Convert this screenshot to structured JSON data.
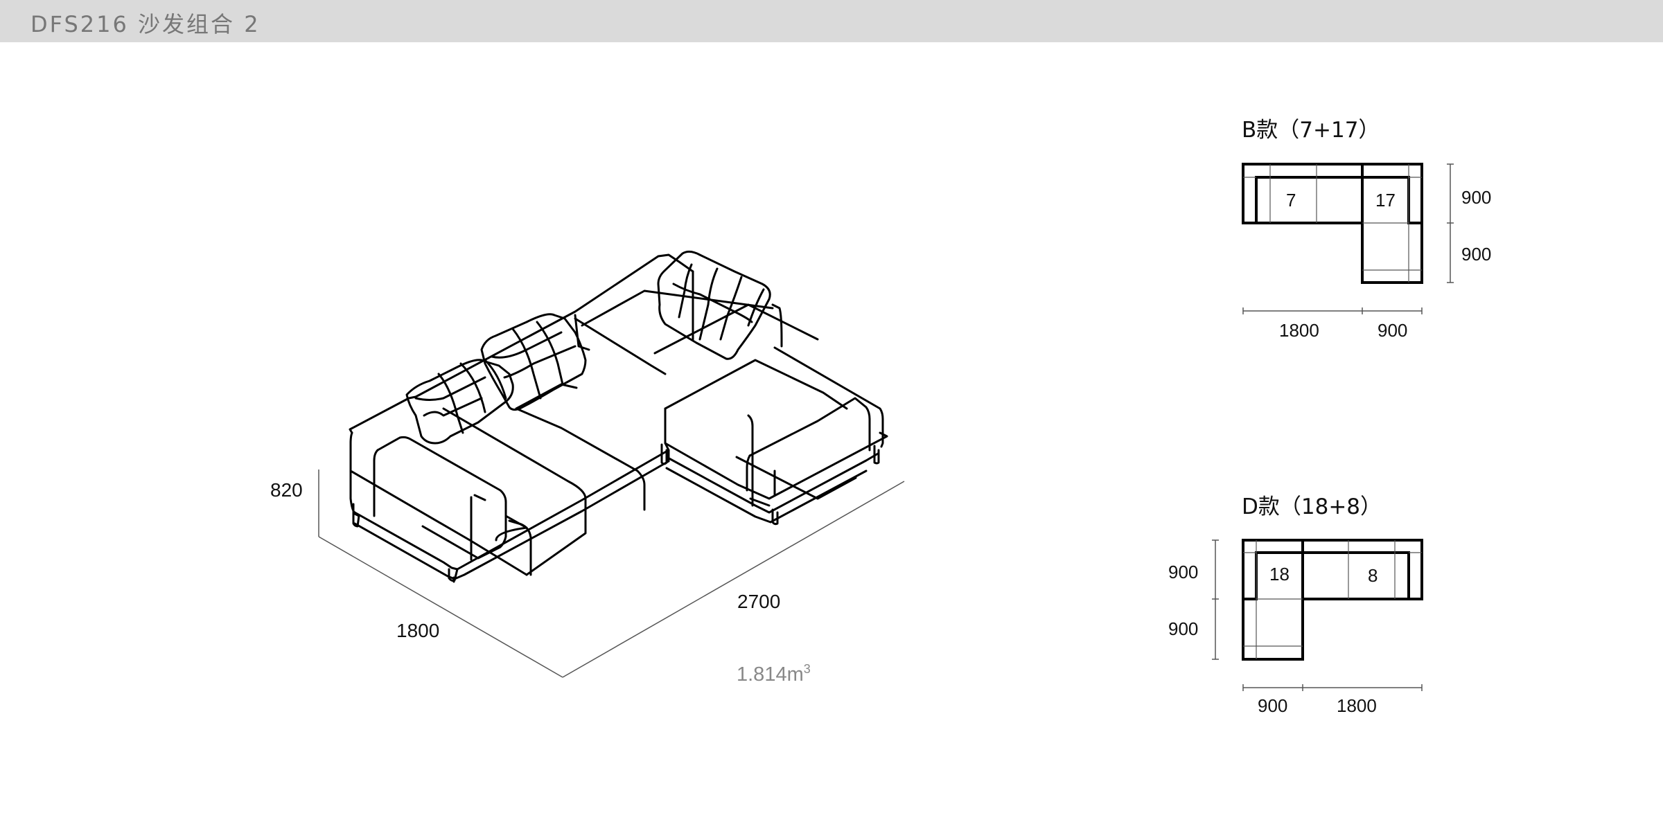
{
  "header": {
    "title": "DFS216 沙发组合 2",
    "background": "#dadada",
    "text_color": "#777777"
  },
  "main_drawing": {
    "description": "Isometric line drawing of L-shaped sectional sofa with chaise, three tufted back cushions",
    "dimensions": {
      "height": "820",
      "depth": "1800",
      "width": "2700"
    },
    "volume": {
      "value": "1.814m",
      "unit_superscript": "3"
    }
  },
  "variants": [
    {
      "title": "B款（7+17）",
      "modules": [
        {
          "label": "7"
        },
        {
          "label": "17"
        }
      ],
      "dims_horizontal": [
        "1800",
        "900"
      ],
      "dims_vertical": [
        "900",
        "900"
      ]
    },
    {
      "title": "D款（18+8）",
      "modules": [
        {
          "label": "18"
        },
        {
          "label": "8"
        }
      ],
      "dims_horizontal": [
        "900",
        "1800"
      ],
      "dims_vertical": [
        "900",
        "900"
      ]
    }
  ]
}
